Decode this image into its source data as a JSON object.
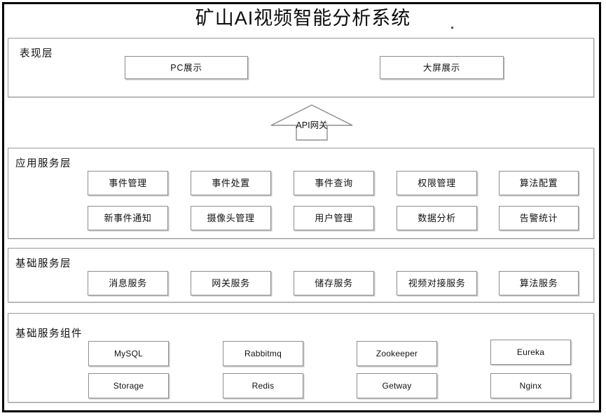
{
  "diagram": {
    "title": "矿山AI视频智能分析系统",
    "type": "layered-architecture",
    "colors": {
      "frame": "#000000",
      "panel_border": "#9a9a9a",
      "box_border": "#8d8d8d",
      "background": "#ffffff",
      "text": "#111111"
    }
  },
  "gateway": {
    "label": "API网关",
    "shape": "up-arrow"
  },
  "layers": [
    {
      "id": "presentation",
      "label": "表现层",
      "rows": [
        [
          "PC展示",
          "大屏展示"
        ]
      ]
    },
    {
      "id": "application-service",
      "label": "应用服务层",
      "rows": [
        [
          "事件管理",
          "事件处置",
          "事件查询",
          "权限管理",
          "算法配置"
        ],
        [
          "新事件通知",
          "摄像头管理",
          "用户管理",
          "数据分析",
          "告警统计"
        ]
      ]
    },
    {
      "id": "basic-service",
      "label": "基础服务层",
      "rows": [
        [
          "消息服务",
          "网关服务",
          "储存服务",
          "视频对接服务",
          "算法服务"
        ]
      ]
    },
    {
      "id": "basic-components",
      "label": "基础服务组件",
      "rows": [
        [
          "MySQL",
          "Rabbitmq",
          "Zookeeper",
          "Eureka"
        ],
        [
          "Storage",
          "Redis",
          "Getway",
          "Nginx"
        ]
      ]
    }
  ]
}
